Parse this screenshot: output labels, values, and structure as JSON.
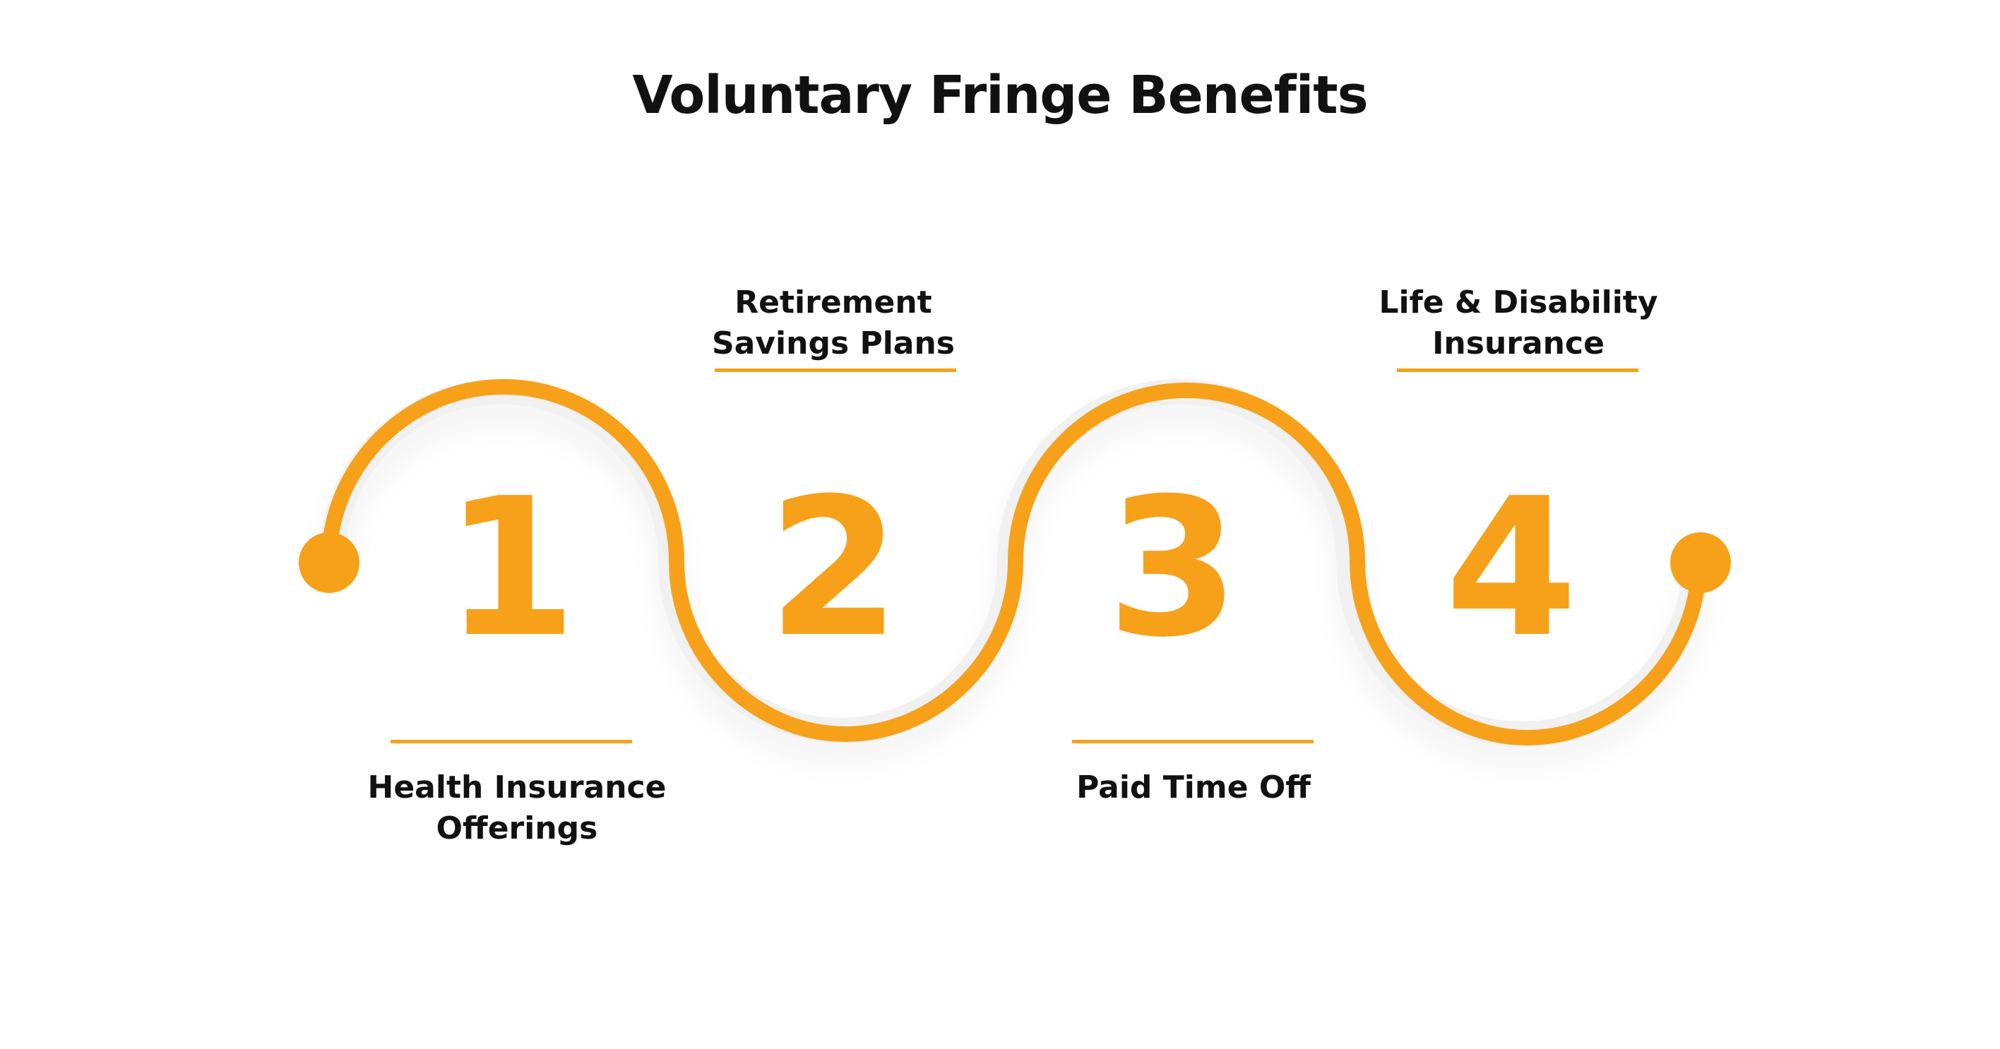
{
  "title": "Voluntary Fringe Benefits",
  "accent_color": "#F7A11A",
  "text_color": "#111111",
  "steps": [
    {
      "number": "1",
      "label_lines": [
        "Health Insurance",
        "Offerings"
      ]
    },
    {
      "number": "2",
      "label_lines": [
        "Retirement",
        "Savings Plans"
      ]
    },
    {
      "number": "3",
      "label_lines": [
        "Paid Time Off"
      ]
    },
    {
      "number": "4",
      "label_lines": [
        "Life & Disability",
        "Insurance"
      ]
    }
  ]
}
